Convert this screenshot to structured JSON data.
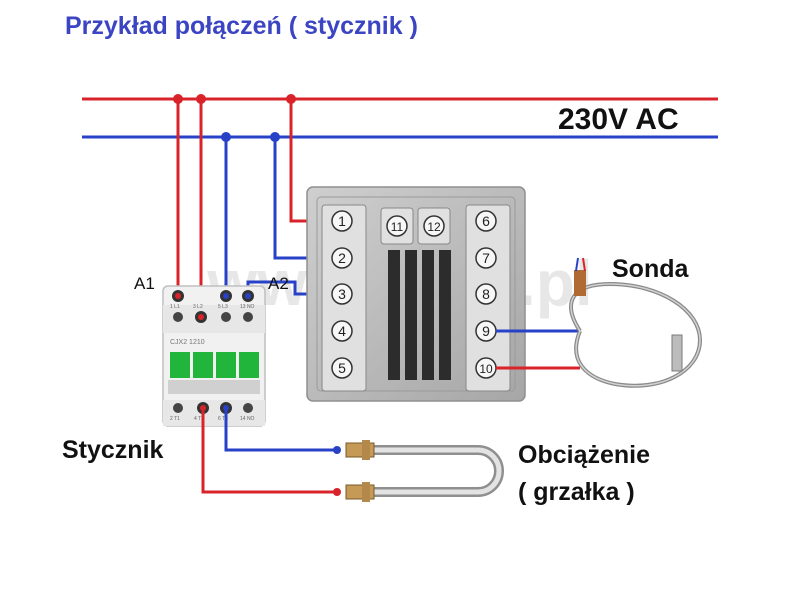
{
  "title": "Przykład połączeń ( stycznik )",
  "supply_label": "230V AC",
  "contactor": {
    "name_label": "Stycznik",
    "a1_label": "A1",
    "a2_label": "A2",
    "model_text": "CJX2 1210",
    "top_terminal_marks": [
      "1 L1",
      "3 L2",
      "5 L3",
      "13 NO"
    ],
    "bottom_terminal_marks": [
      "2 T1",
      "4 T2",
      "6 T3",
      "14 NO"
    ]
  },
  "controller": {
    "terminals": [
      "1",
      "2",
      "3",
      "4",
      "5",
      "6",
      "7",
      "8",
      "9",
      "10",
      "11",
      "12"
    ]
  },
  "probe_label": "Sonda",
  "load_label_line1": "Obciążenie",
  "load_label_line2": "( grzałka )",
  "watermark": "www.elsat.pl",
  "colors": {
    "live": "#d8232a",
    "neutral": "#2742c7",
    "title": "#3b45c4",
    "contact_green": "#22b53c",
    "controller_body": "#b9b9b9"
  }
}
